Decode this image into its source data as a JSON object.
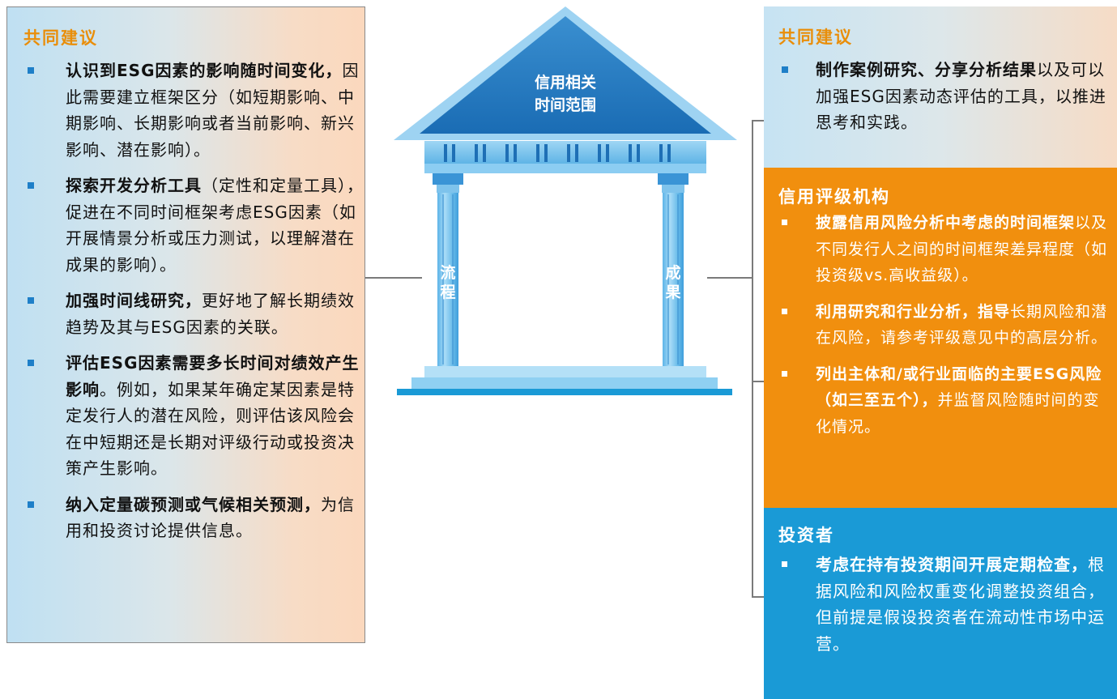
{
  "left_panel": {
    "title": "共同建议",
    "items": [
      {
        "bold": "认识到ESG因素的影响随时间变化，",
        "text": "因此需要建立框架区分（如短期影响、中期影响、长期影响或者当前影响、新兴影响、潜在影响）。"
      },
      {
        "bold": "探索开发分析工具",
        "text": "（定性和定量工具），促进在不同时间框架考虑ESG因素（如开展情景分析或压力测试，以理解潜在成果的影响）。"
      },
      {
        "bold": "加强时间线研究，",
        "text": "更好地了解长期绩效趋势及其与ESG因素的关联。"
      },
      {
        "bold": "评估ESG因素需要多长时间对绩效产生影响",
        "text": "。例如，如果某年确定某因素是特定发行人的潜在风险，则评估该风险会在中短期还是长期对评级行动或投资决策产生影响。"
      },
      {
        "bold": "纳入定量碳预测或气候相关预测，",
        "text": "为信用和投资讨论提供信息。"
      }
    ]
  },
  "temple": {
    "roof_line1": "信用相关",
    "roof_line2": "时间范围",
    "left_pillar_line1": "流",
    "left_pillar_line2": "程",
    "right_pillar_line1": "成",
    "right_pillar_line2": "果"
  },
  "right_common": {
    "title": "共同建议",
    "items": [
      {
        "bold": "制作案例研究、分享分析结果",
        "text": "以及可以加强ESG因素动态评估的工具，以推进思考和实践。"
      }
    ]
  },
  "right_cra": {
    "title": "信用评级机构",
    "items": [
      {
        "bold": "披露信用风险分析中考虑的时间框架",
        "text": "以及不同发行人之间的时间框架差异程度（如投资级vs.高收益级）。"
      },
      {
        "bold": "利用研究和行业分析，指导",
        "text": "长期风险和潜在风险，请参考评级意见中的高层分析。"
      },
      {
        "bold": "列出主体和/或行业面临的主要ESG风险（如三至五个），",
        "text": "并监督风险随时间的变化情况。"
      }
    ]
  },
  "right_inv": {
    "title": "投资者",
    "items": [
      {
        "bold": "考虑在持有投资期间开展定期检查，",
        "text": "根据风险和风险权重变化调整投资组合，但前提是假设投资者在流动性市场中运营。"
      }
    ]
  },
  "colors": {
    "orange": "#f18f0e",
    "blue": "#1a9ad6",
    "heading_orange": "#e98e0a",
    "bullet_blue": "#1e7fc8",
    "temple_dark": "#1e6fb5",
    "temple_light": "#86c8ef"
  }
}
